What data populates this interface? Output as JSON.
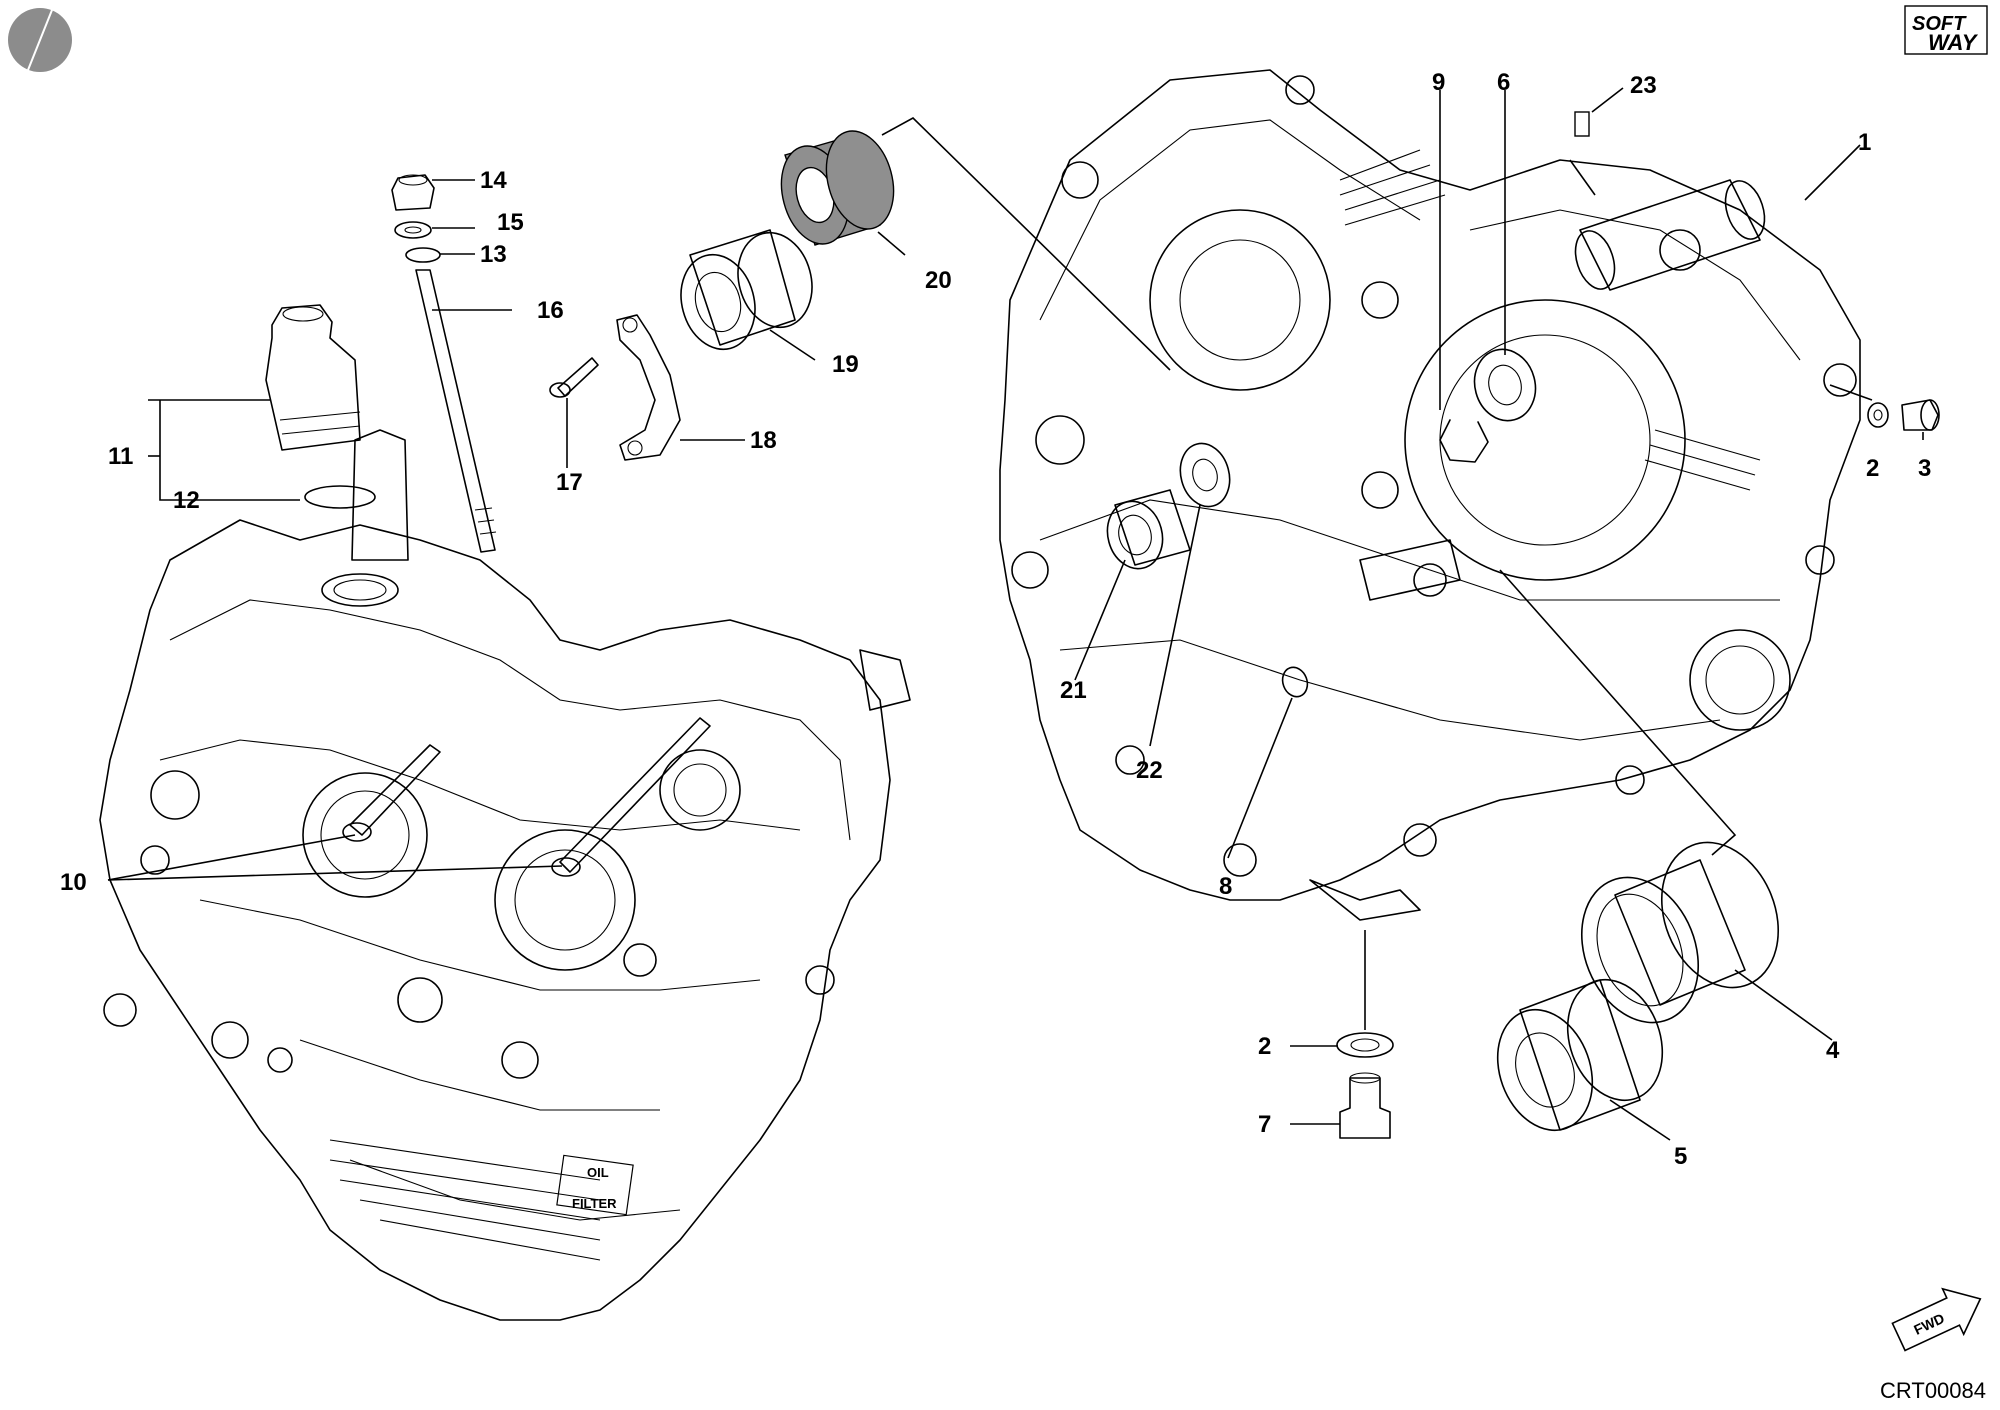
{
  "callouts": [
    {
      "id": "1",
      "label": "1"
    },
    {
      "id": "2a",
      "label": "2"
    },
    {
      "id": "3",
      "label": "3"
    },
    {
      "id": "4",
      "label": "4"
    },
    {
      "id": "5",
      "label": "5"
    },
    {
      "id": "6",
      "label": "6"
    },
    {
      "id": "2b",
      "label": "2"
    },
    {
      "id": "7",
      "label": "7"
    },
    {
      "id": "8",
      "label": "8"
    },
    {
      "id": "9",
      "label": "9"
    },
    {
      "id": "10",
      "label": "10"
    },
    {
      "id": "11",
      "label": "11"
    },
    {
      "id": "12",
      "label": "12"
    },
    {
      "id": "13",
      "label": "13"
    },
    {
      "id": "14",
      "label": "14"
    },
    {
      "id": "15",
      "label": "15"
    },
    {
      "id": "16",
      "label": "16"
    },
    {
      "id": "17",
      "label": "17"
    },
    {
      "id": "18",
      "label": "18"
    },
    {
      "id": "19",
      "label": "19"
    },
    {
      "id": "20",
      "label": "20"
    },
    {
      "id": "21",
      "label": "21"
    },
    {
      "id": "22",
      "label": "22"
    },
    {
      "id": "23",
      "label": "23"
    }
  ],
  "oil_filter_label": {
    "line1": "OIL",
    "line2": "FILTER"
  },
  "fwd_label": "FWD",
  "drawing_code": "CRT00084",
  "logo": {
    "line1": "SOFT",
    "line2": "WAY"
  }
}
